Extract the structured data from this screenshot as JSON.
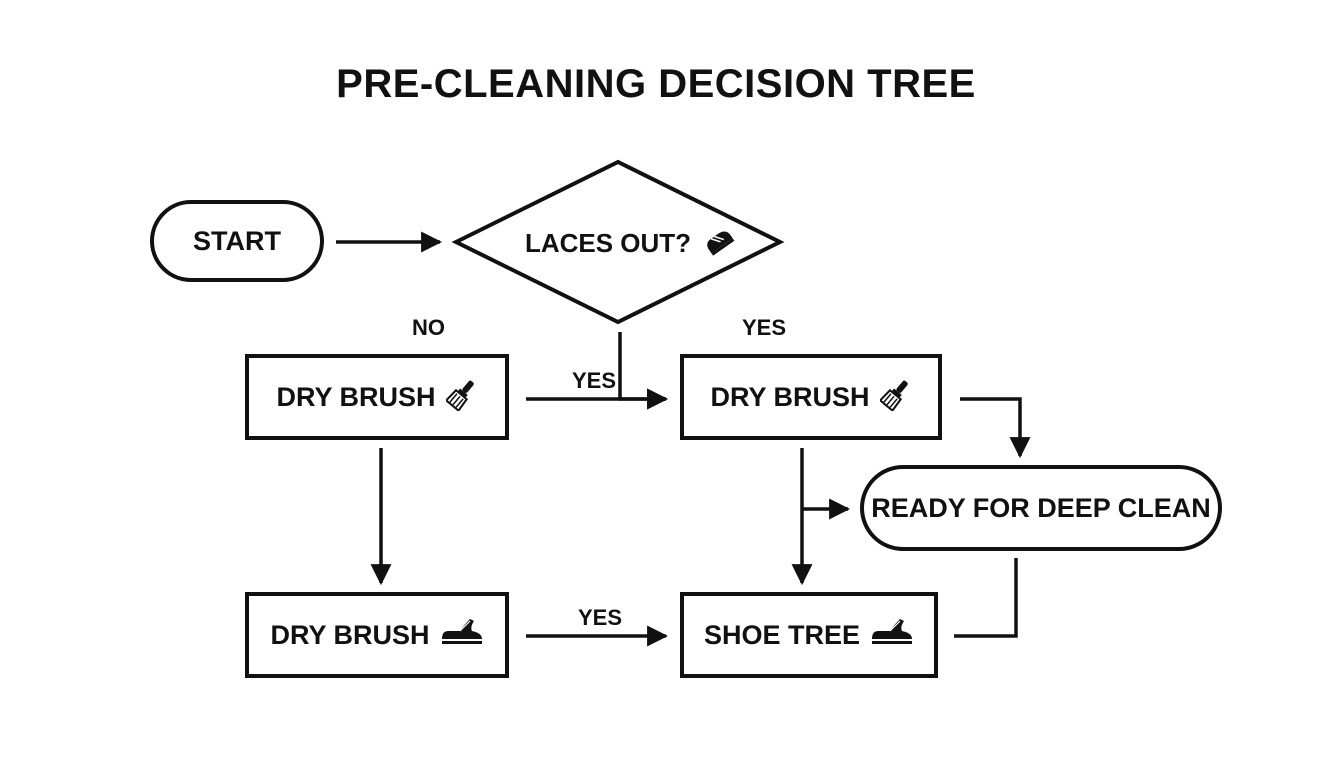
{
  "title": "PRE-CLEANING DECISION TREE",
  "nodes": {
    "start": "START",
    "laces_out": "LACES OUT?",
    "dry_brush_left": "DRY BRUSH",
    "dry_brush_right": "DRY BRUSH",
    "dry_brush_bottom": "DRY BRUSH",
    "shoe_tree": "SHOE TREE",
    "ready": "READY FOR DEEP CLEAN"
  },
  "edge_labels": {
    "no": "NO",
    "yes_top": "YES",
    "yes_middle": "YES",
    "yes_bottom": "YES"
  },
  "icons": {
    "laces": "sneaker-icon",
    "brush": "brush-icon",
    "shoe": "shoe-icon"
  }
}
